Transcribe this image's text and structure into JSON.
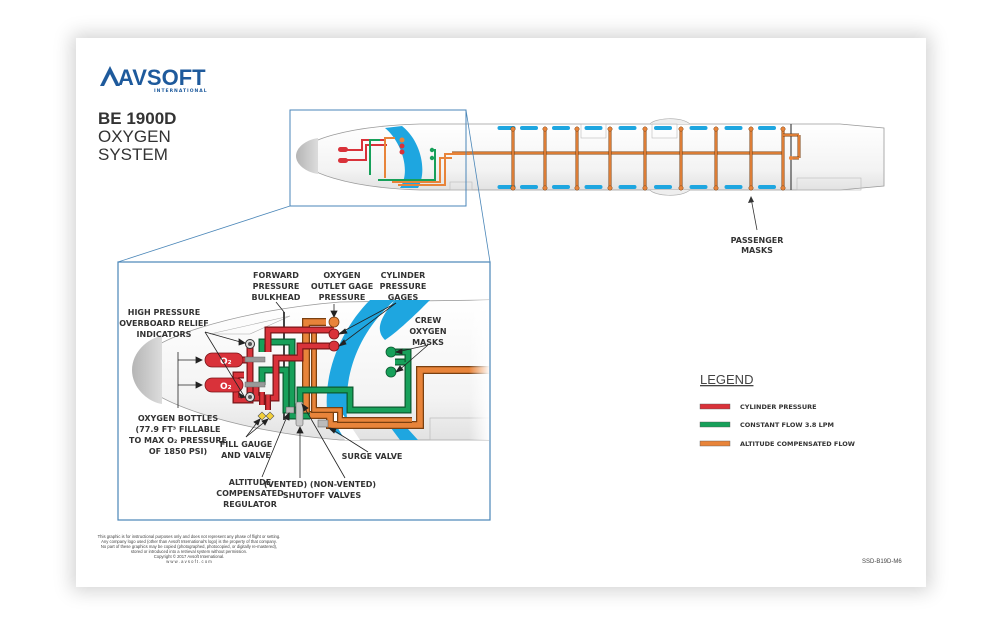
{
  "brand": {
    "logo_text": "AVSOFT",
    "logo_sub": "INTERNATIONAL",
    "color": "#1e5a9c"
  },
  "title": {
    "line1": "BE 1900D",
    "line2": "OXYGEN",
    "line3": "SYSTEM"
  },
  "labels": {
    "passenger_masks_1": "PASSENGER",
    "passenger_masks_2": "MASKS",
    "forward_bulkhead_1": "FORWARD",
    "forward_bulkhead_2": "PRESSURE",
    "forward_bulkhead_3": "BULKHEAD",
    "outlet_gage_1": "OXYGEN",
    "outlet_gage_2": "OUTLET GAGE",
    "outlet_gage_3": "PRESSURE",
    "cyl_gages_1": "CYLINDER",
    "cyl_gages_2": "PRESSURE",
    "cyl_gages_3": "GAGES",
    "hp_relief_1": "HIGH PRESSURE",
    "hp_relief_2": "OVERBOARD RELIEF",
    "hp_relief_3": "INDICATORS",
    "crew_masks_1": "CREW",
    "crew_masks_2": "OXYGEN",
    "crew_masks_3": "MASKS",
    "bottles_1": "OXYGEN BOTTLES",
    "bottles_2": "(77.9 FT³ FILLABLE",
    "bottles_3": "TO MAX O₂ PRESSURE",
    "bottles_4": "OF 1850 PSI)",
    "fill_gauge_1": "FILL GAUGE",
    "fill_gauge_2": "AND VALVE",
    "surge_valve": "SURGE VALVE",
    "regulator_1": "ALTITUDE",
    "regulator_2": "COMPENSATED",
    "regulator_3": "REGULATOR",
    "shutoff_1": "(VENTED)  (NON-VENTED)",
    "shutoff_2": "SHUTOFF VALVES",
    "o2": "O₂"
  },
  "legend": {
    "heading": "LEGEND",
    "items": [
      {
        "label": "CYLINDER PRESSURE",
        "color": "#d9323a"
      },
      {
        "label": "CONSTANT FLOW 3.8 LPM",
        "color": "#17a05a"
      },
      {
        "label": "ALTITUDE COMPENSATED FLOW",
        "color": "#e8843a"
      }
    ]
  },
  "footer": {
    "lines": [
      "This graphic is for instructional purposes only and does not represent any phase of flight or setting.",
      "Any company logo used (other than Avsoft International's logo) is the property of that company.",
      "No part of these graphics may be copied (photographed, photocopied, or digitally re-mastered),",
      "stored or introduced into a retrieval system without permission.",
      "Copyright © 2017 Avsoft International.",
      "w w w . a v s o f t . c o m"
    ],
    "code": "SSD-B19D-M6"
  },
  "colors": {
    "cylinder": "#d9323a",
    "constant": "#17a05a",
    "altitude": "#e8843a",
    "window_blue": "#1ea6e0",
    "frame_blue": "#4a86b8"
  }
}
